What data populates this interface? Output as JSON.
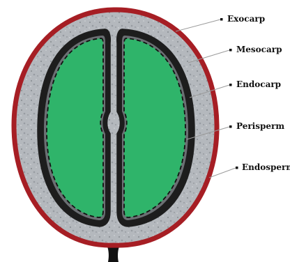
{
  "colors": {
    "exocarp": "#a61e24",
    "mesocarp": "#b4b8bd",
    "endocarp": "#1d1d1d",
    "endosperm": "#2fb46a",
    "stalk": "#111111",
    "leader": "#9a9a9a"
  },
  "labels": [
    {
      "id": "exocarp",
      "text": "Exocarp"
    },
    {
      "id": "mesocarp",
      "text": "Mesocarp"
    },
    {
      "id": "endocarp",
      "text": "Endocarp"
    },
    {
      "id": "perisperm",
      "text": "Perisperm"
    },
    {
      "id": "endosperm",
      "text": "Endosperm"
    }
  ]
}
